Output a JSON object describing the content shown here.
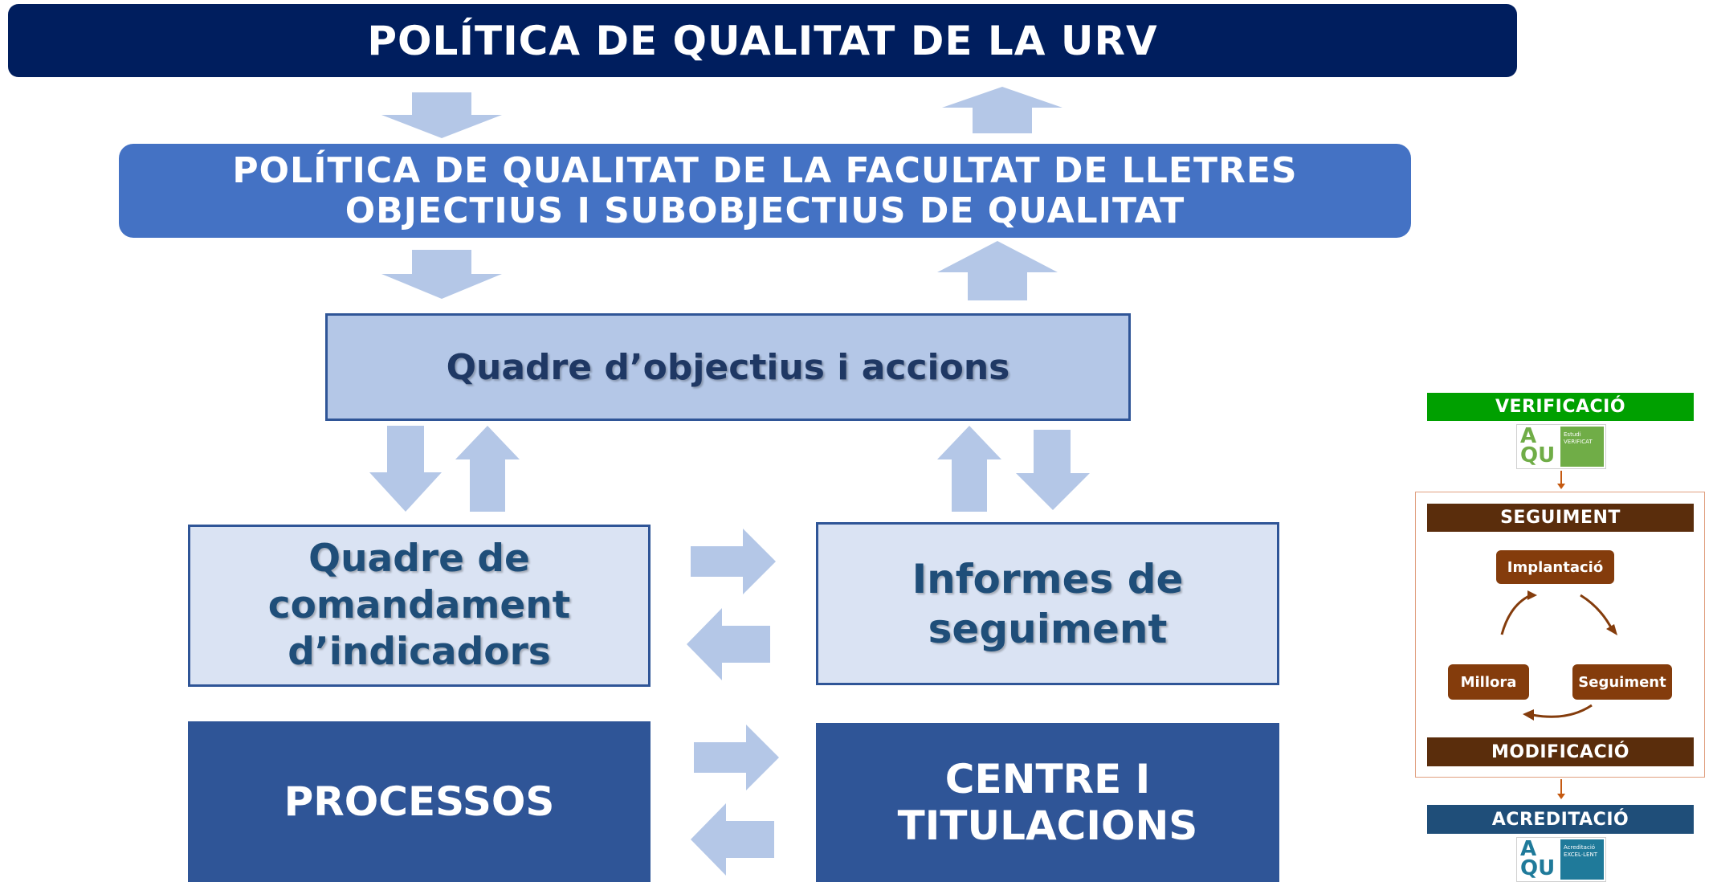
{
  "title": "POLÍTICA DE QUALITAT DE LA URV",
  "faculty": {
    "line1": "POLÍTICA DE QUALITAT DE LA FACULTAT DE LLETRES",
    "line2": "OBJECTIUS I SUBOBJECTIUS DE QUALITAT"
  },
  "quadre_objectius": "Quadre d’objectius i accions",
  "quadre_comandament": {
    "line1": "Quadre de",
    "line2": "comandament",
    "line3": "d’indicadors"
  },
  "informes": {
    "line1": "Informes de",
    "line2": "seguiment"
  },
  "processos": "PROCESSOS",
  "centre": {
    "line1": "CENTRE I",
    "line2": "TITULACIONS"
  },
  "cycle_panel": {
    "verificacio": "VERIFICACIÓ",
    "seguiment_header": "SEGUIMENT",
    "implantacio": "Implantació",
    "seguiment": "Seguiment",
    "millora": "Millora",
    "modificacio": "MODIFICACIÓ",
    "acreditacio": "ACREDITACIÓ",
    "logo_verificat": {
      "letters_top": "A",
      "letters_bottom": "QU",
      "badge_line1": "Estudi",
      "badge_line2": "VERIFICAT"
    },
    "logo_excellent": {
      "letters_top": "A",
      "letters_bottom": "QU",
      "badge_line1": "Acreditació",
      "badge_line2": "EXCEL·LENT"
    },
    "colors": {
      "verificacio": "#00a000",
      "seguiment": "#5a2d0c",
      "pill": "#843c0c",
      "acreditacio": "#1f4e79"
    }
  },
  "colors": {
    "title_bg": "#001e5e",
    "faculty_bg": "#4472c4",
    "light_box": "#b4c7e7",
    "pale_box": "#dae3f3",
    "dark_box": "#2f5597",
    "arrow": "#b4c7e7"
  }
}
